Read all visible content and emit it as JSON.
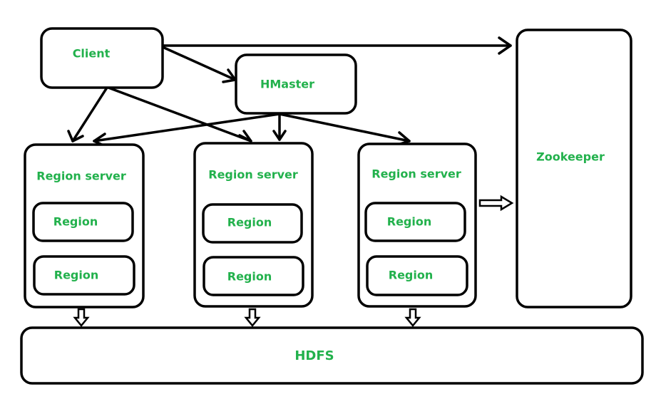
{
  "nodes": {
    "client": "Client",
    "hmaster": "HMaster",
    "zookeeper": "Zookeeper",
    "hdfs": "HDFS"
  },
  "region_servers": [
    {
      "label": "Region server",
      "regions": [
        "Region",
        "Region"
      ]
    },
    {
      "label": "Region server",
      "regions": [
        "Region",
        "Region"
      ]
    },
    {
      "label": "Region server",
      "regions": [
        "Region",
        "Region"
      ]
    }
  ],
  "colors": {
    "label": "#22b14c",
    "stroke": "#000000",
    "background": "#ffffff"
  }
}
